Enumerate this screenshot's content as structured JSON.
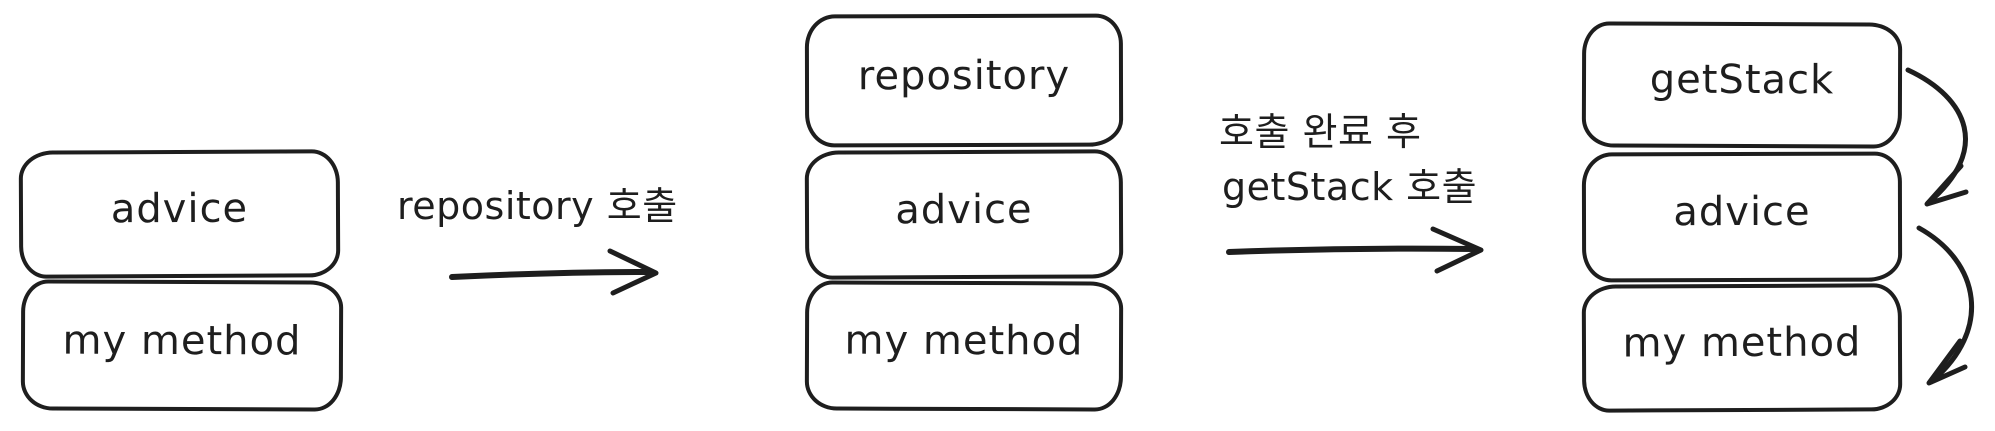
{
  "diagram": {
    "type": "call-stack-sequence",
    "colors": {
      "background": "#ffffff",
      "stroke": "#1e1e1e"
    },
    "stacks": [
      {
        "name": "initial-stack",
        "boxes": [
          {
            "label": "advice"
          },
          {
            "label": "my method"
          }
        ]
      },
      {
        "name": "after-repository-call-stack",
        "boxes": [
          {
            "label": "repository"
          },
          {
            "label": "advice"
          },
          {
            "label": "my method"
          }
        ]
      },
      {
        "name": "after-getstack-call-stack",
        "boxes": [
          {
            "label": "getStack"
          },
          {
            "label": "advice"
          },
          {
            "label": "my method"
          }
        ]
      }
    ],
    "arrows": [
      {
        "name": "repository-call-arrow",
        "label": "repository 호출"
      },
      {
        "name": "getstack-call-arrow",
        "label_line1": "호출 완료 후",
        "label_line2": "getStack 호출"
      },
      {
        "name": "getstack-to-advice-curved-arrow"
      },
      {
        "name": "advice-to-mymethod-curved-arrow"
      }
    ]
  }
}
